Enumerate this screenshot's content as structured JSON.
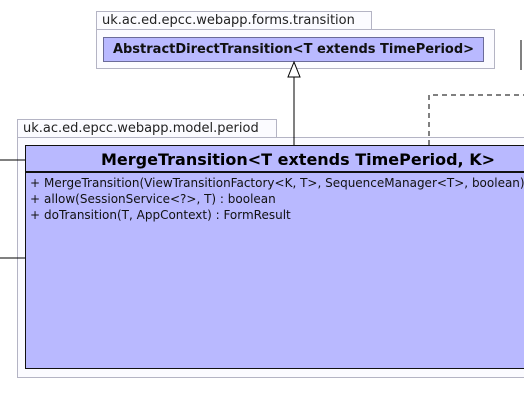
{
  "packages": [
    {
      "name": "uk.ac.ed.epcc.webapp.forms.transition"
    },
    {
      "name": "uk.ac.ed.epcc.webapp.model.period"
    }
  ],
  "classes": {
    "parent": {
      "name": "AbstractDirectTransition<T extends TimePeriod>"
    },
    "main": {
      "name": "MergeTransition<T extends TimePeriod, K>",
      "operations": [
        {
          "visibility": "+",
          "signature": "MergeTransition(ViewTransitionFactory<K, T>, SequenceManager<T>, boolean)"
        },
        {
          "visibility": "+",
          "signature": "allow(SessionService<?>, T) : boolean"
        },
        {
          "visibility": "+",
          "signature": "doTransition(T, AppContext) : FormResult"
        }
      ]
    }
  },
  "colors": {
    "class_fill": "#b9b9ff",
    "package_fill": "#fbfbff",
    "package_border": "#b4b4c4"
  }
}
